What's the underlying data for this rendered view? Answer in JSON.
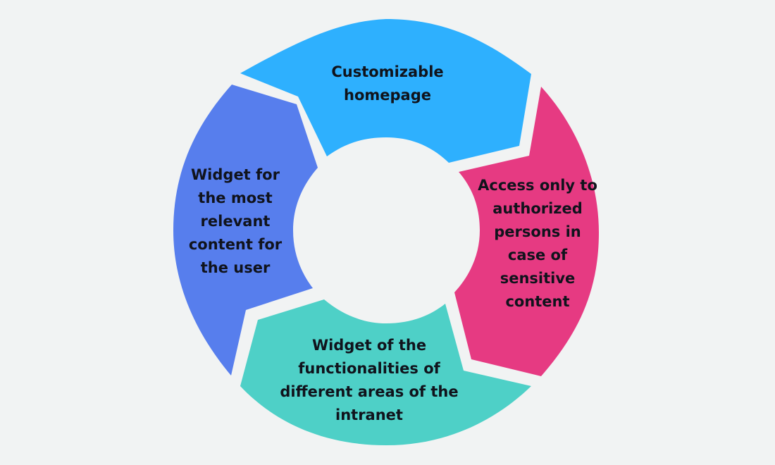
{
  "diagram": {
    "segments": [
      {
        "id": "top",
        "text": "Customizable homepage",
        "color": "#2eb0fe"
      },
      {
        "id": "right",
        "text": "Access only to authorized persons in case of sensitive content",
        "color": "#e63a82"
      },
      {
        "id": "bottom",
        "text": "Widget of the functionalities of different areas of the intranet",
        "color": "#4ed0c7"
      },
      {
        "id": "left",
        "text": "Widget for the most relevant content for the user",
        "color": "#577eed"
      }
    ],
    "background": "#f1f3f3",
    "text_color": "#10131c"
  }
}
